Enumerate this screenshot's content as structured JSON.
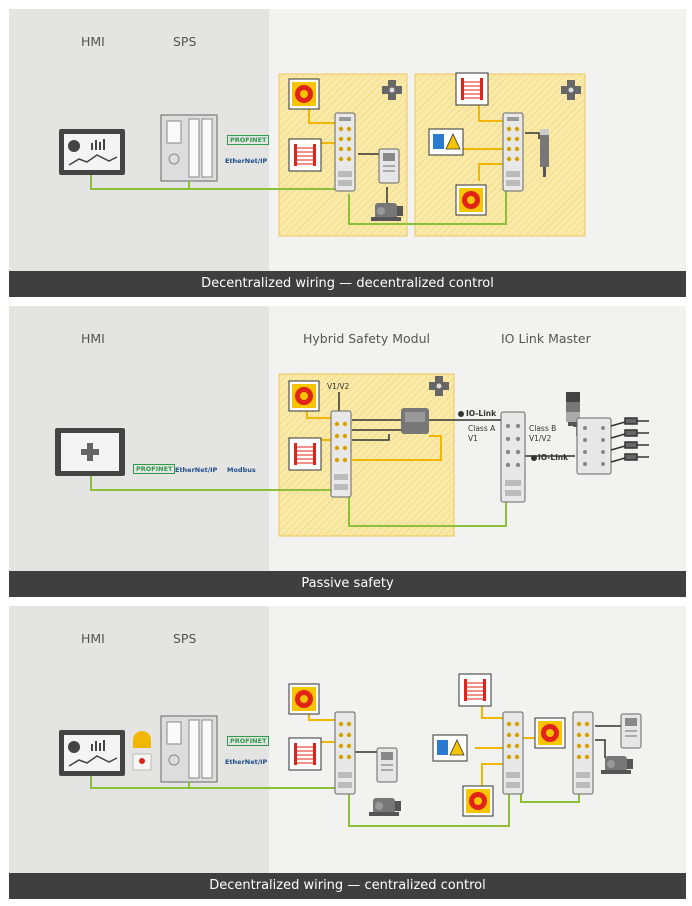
{
  "panels": [
    {
      "titles": {
        "hmi": "HMI",
        "sps": "SPS"
      },
      "protocols": {
        "profinet": "PROFINET",
        "ethernet": "EtherNet/IP"
      },
      "caption": "Decentralized wiring — decentralized control"
    },
    {
      "titles": {
        "hmi": "HMI",
        "hybrid": "Hybrid Safety Modul",
        "iolink_master": "IO Link Master"
      },
      "protocols": {
        "profinet": "PROFINET",
        "ethernet": "EtherNet/IP",
        "modbus": "Modbus"
      },
      "labels": {
        "v1v2_top": "V1/V2",
        "class_a": "Class A",
        "v1": "V1",
        "class_b": "Class B",
        "v1v2": "V1/V2",
        "iolink": "IO-Link"
      },
      "caption": "Passive safety"
    },
    {
      "titles": {
        "hmi": "HMI",
        "sps": "SPS"
      },
      "protocols": {
        "profinet": "PROFINET",
        "ethernet": "EtherNet/IP"
      },
      "caption": "Decentralized wiring — centralized control"
    }
  ],
  "colors": {
    "panel_bg": "#f2f2f1",
    "control_bg": "#e4e4e3",
    "cable_green": "#8dbf3a",
    "cable_yellow": "#f2b705",
    "zone_yellow": "#f7dc8a",
    "caption_bg": "#3f3f3f",
    "estop_red": "#e2231a"
  },
  "icons": [
    "hmi-screen-icon",
    "plc-icon",
    "safety-io-module-icon",
    "estop-icon",
    "light-curtain-icon",
    "two-hand-warning-icon",
    "motor-icon",
    "drive-icon",
    "sensor-icon",
    "valve-icon",
    "cross-connector-icon",
    "signal-tower-icon",
    "io-link-hub-icon"
  ]
}
